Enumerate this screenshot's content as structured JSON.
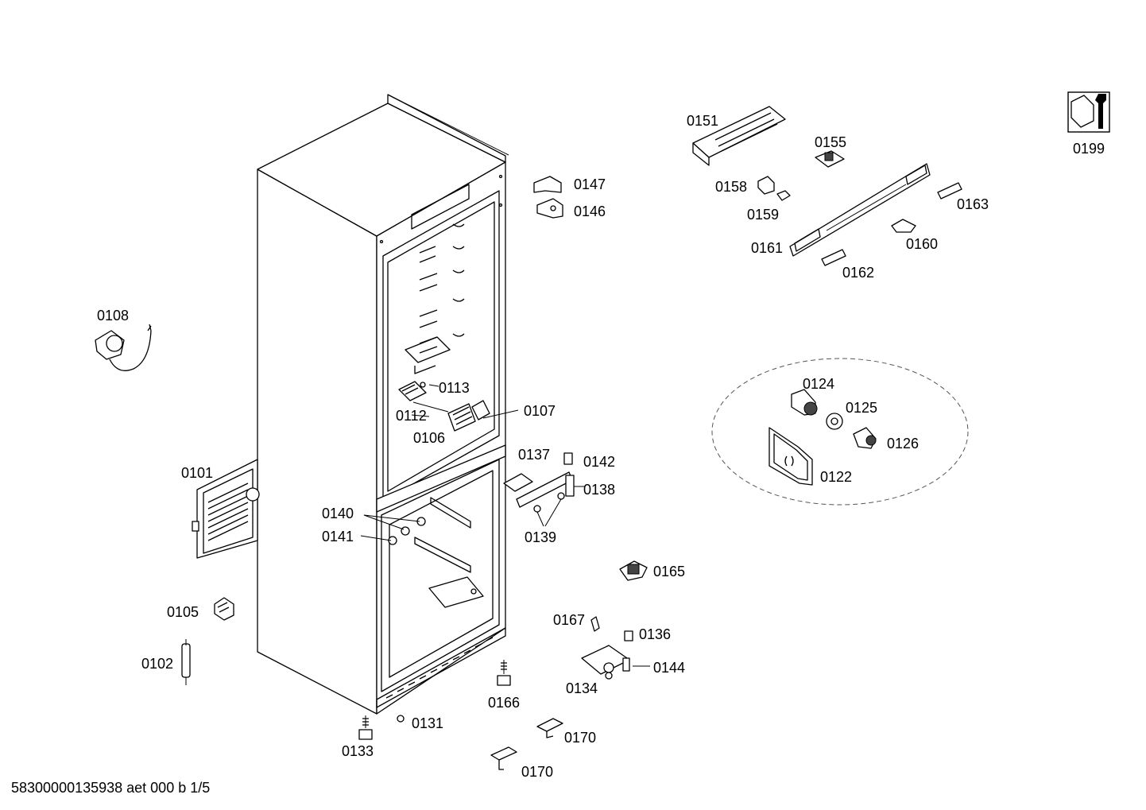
{
  "labels": {
    "p0101": "0101",
    "p0102": "0102",
    "p0105": "0105",
    "p0106": "0106",
    "p0107": "0107",
    "p0108": "0108",
    "p0112": "0112",
    "p0113": "0113",
    "p0122": "0122",
    "p0124": "0124",
    "p0125": "0125",
    "p0126": "0126",
    "p0131": "0131",
    "p0133": "0133",
    "p0134": "0134",
    "p0136": "0136",
    "p0137": "0137",
    "p0138": "0138",
    "p0139": "0139",
    "p0140": "0140",
    "p0141": "0141",
    "p0142": "0142",
    "p0144": "0144",
    "p0146": "0146",
    "p0147": "0147",
    "p0151": "0151",
    "p0155": "0155",
    "p0158": "0158",
    "p0159": "0159",
    "p0160": "0160",
    "p0161": "0161",
    "p0162": "0162",
    "p0163": "0163",
    "p0165": "0165",
    "p0166": "0166",
    "p0167": "0167",
    "p0170a": "0170",
    "p0170b": "0170",
    "p0199": "0199"
  },
  "footer": "58300000135938 aet 000 b 1/5",
  "icons": {
    "service": "wrench-nut-icon"
  }
}
